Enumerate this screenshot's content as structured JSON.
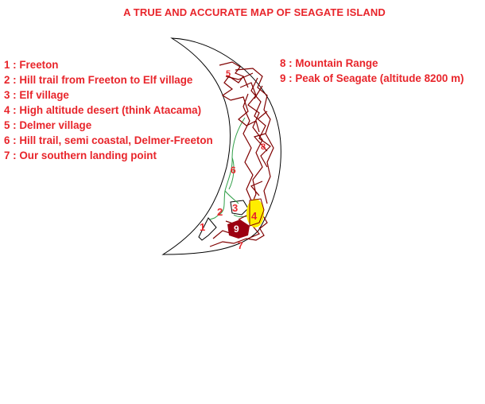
{
  "title": "A TRUE AND ACCURATE MAP OF SEAGATE ISLAND",
  "legend_left": [
    {
      "num": "1",
      "label": "Freeton"
    },
    {
      "num": "2",
      "label": "Hill trail from Freeton to Elf village"
    },
    {
      "num": "3",
      "label": "Elf village"
    },
    {
      "num": "4",
      "label": "High altitude desert (think Atacama)"
    },
    {
      "num": "5",
      "label": "Delmer village"
    },
    {
      "num": "6",
      "label": "Hill trail, semi coastal, Delmer-Freeton"
    },
    {
      "num": "7",
      "label": "Our southern landing point"
    }
  ],
  "legend_right": [
    {
      "num": "8",
      "label": "Mountain Range"
    },
    {
      "num": "9",
      "label": "Peak of Seagate (altitude 8200 m)"
    }
  ],
  "separator": " : ",
  "map_labels": {
    "freeton": "1",
    "hill_trail": "2",
    "elf_village": "3",
    "desert": "4",
    "delmer": "5",
    "coastal_trail": "6",
    "landing": "7",
    "mountains": "8",
    "peak": "9"
  },
  "colors": {
    "text": "#e8252b",
    "coast": "#000000",
    "mountains": "#800000",
    "trail": "#2e9e46",
    "desert": "#ffee00",
    "peak": "#9c0010"
  }
}
